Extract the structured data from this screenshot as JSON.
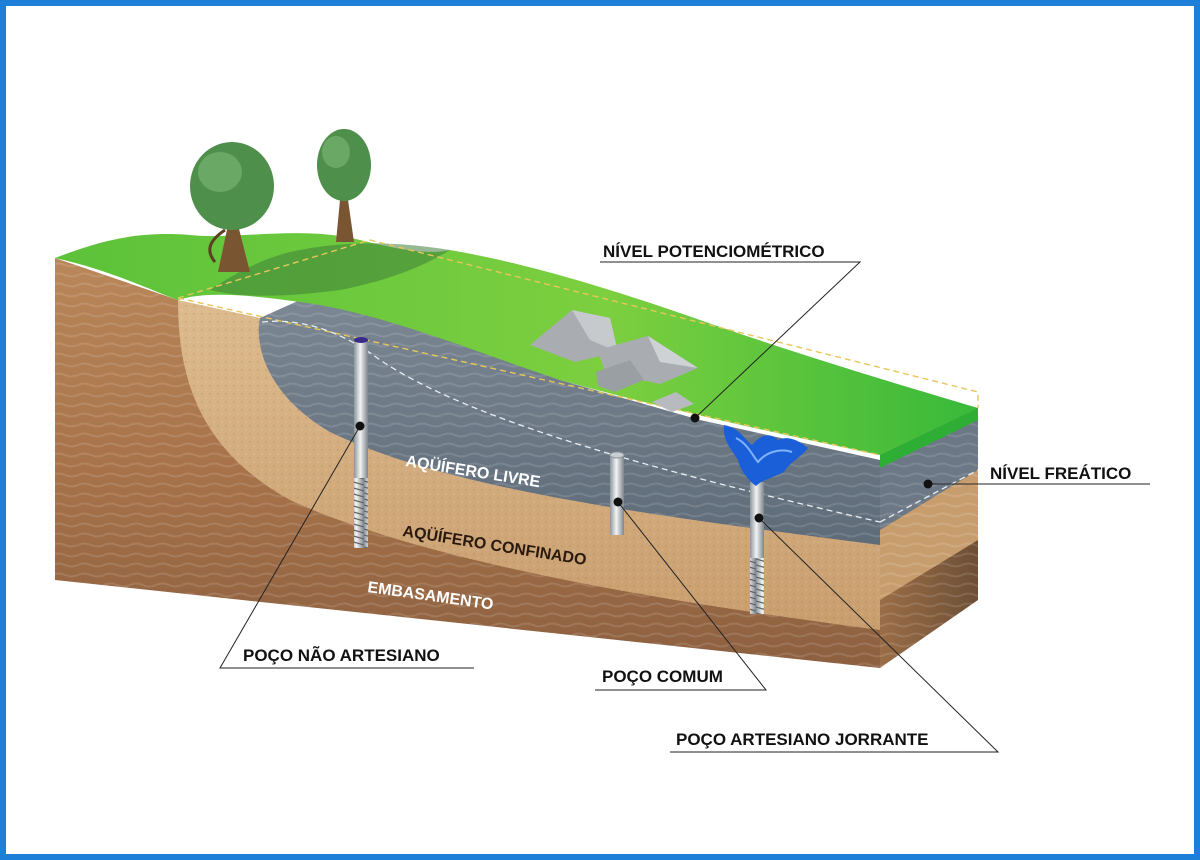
{
  "colors": {
    "frame": "#1e7fd8",
    "grass": "#4fc236",
    "grass_light": "#7ad04a",
    "free_aquifer": "#6f7d8a",
    "confined_aquifer": "#d2ad7e",
    "basement": "#a8764a",
    "well": "#c9ced3",
    "water": "#1a5fd8",
    "rock": "#a9adb1",
    "tree_crown": "#4f8f4c",
    "tree_trunk": "#7a5532"
  },
  "layers": {
    "free_aquifer": "AQÜÍFERO LIVRE",
    "confined_aquifer": "AQÜÍFERO CONFINADO",
    "basement": "EMBASAMENTO"
  },
  "callouts": {
    "potentiometric_level": "NÍVEL POTENCIOMÉTRICO",
    "water_table": "NÍVEL FREÁTICO",
    "non_artesian_well": "POÇO NÃO ARTESIANO",
    "common_well": "POÇO COMUM",
    "flowing_artesian_well": "POÇO ARTESIANO JORRANTE"
  },
  "icons": {
    "tree": "tree-icon",
    "rock": "rock-icon",
    "well": "well-icon",
    "water_jet": "water-jet-icon"
  }
}
